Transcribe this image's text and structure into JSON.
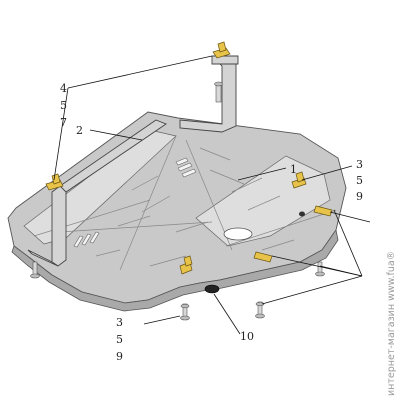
{
  "callouts": {
    "label_4": "4",
    "label_5_top": "5",
    "label_7": "7",
    "label_2": "2",
    "label_1": "1",
    "label_3_right": "3",
    "label_5_right": "5",
    "label_9_right": "9",
    "label_3_bottom": "3",
    "label_5_bottom": "5",
    "label_9_bottom": "9",
    "label_10": "10"
  },
  "watermark": "интернет-магазин www.fua®",
  "colors": {
    "plate": "#c9c9c9",
    "clip": "#e8c34a",
    "plug": "#222222"
  }
}
